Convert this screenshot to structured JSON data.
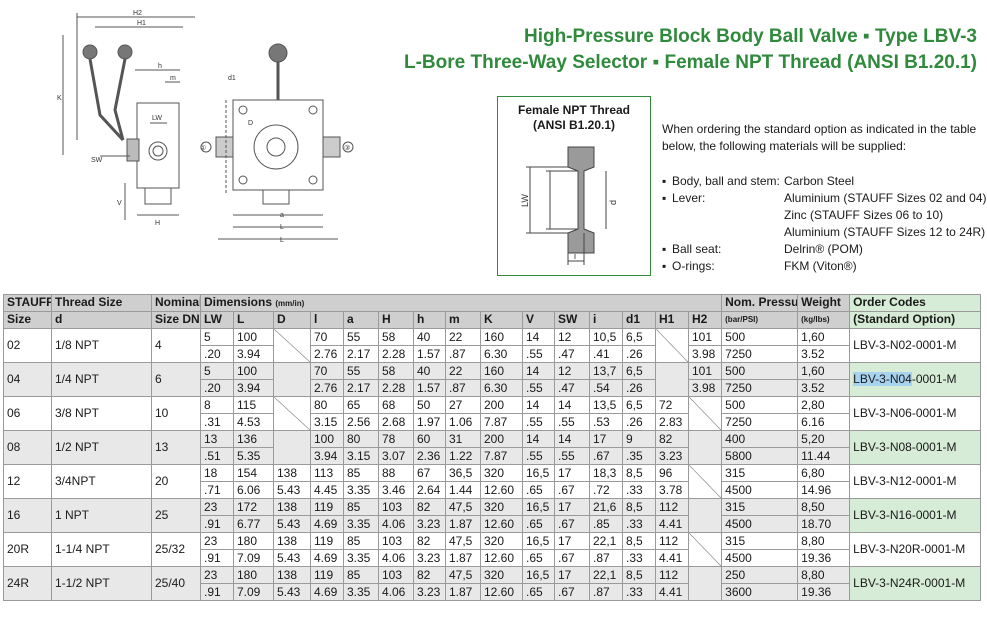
{
  "header": {
    "title_line1": "High-Pressure Block Body Ball Valve ▪ Type LBV-3",
    "title_line2": "L-Bore Three-Way Selector ▪ Female NPT Thread (ANSI B1.20.1)"
  },
  "detail": {
    "title_line1": "Female NPT Thread",
    "title_line2": "(ANSI B1.20.1)",
    "label_lw": "LW",
    "label_d": "d",
    "label_i": "i"
  },
  "drawing_labels": {
    "h2": "H2",
    "h1": "H1",
    "k": "K",
    "h": "h",
    "m": "m",
    "lw": "LW",
    "sw": "SW",
    "v": "V",
    "hh": "H",
    "d1": "d1",
    "d": "D",
    "a": "a",
    "l": "L",
    "port1": "①",
    "port2": "②",
    "port3": "③"
  },
  "order_info": "When ordering the standard option as indicated in the table below, the following materials will be supplied:",
  "materials": [
    {
      "key": "Body, ball and stem:",
      "values": [
        "Carbon Steel"
      ]
    },
    {
      "key": "Lever:",
      "values": [
        "Aluminium (STAUFF Sizes 02 and 04)",
        "Zinc (STAUFF Sizes 06 to 10)",
        "Aluminium (STAUFF Sizes 12 to 24R)"
      ]
    },
    {
      "key": "Ball seat:",
      "values": [
        "Delrin® (POM)"
      ]
    },
    {
      "key": "O-rings:",
      "values": [
        "FKM (Viton®)"
      ]
    }
  ],
  "table": {
    "headers": {
      "stauff_size": [
        "STAUFF",
        "Size"
      ],
      "thread_size": [
        "Thread Size",
        "d"
      ],
      "nominal": [
        "Nominal",
        "Size DN"
      ],
      "dimensions": "Dimensions",
      "dim_unit": "(mm/in)",
      "dim_cols": [
        "LW",
        "L",
        "D",
        "l",
        "a",
        "H",
        "h",
        "m",
        "K",
        "V",
        "SW",
        "i",
        "d1",
        "H1",
        "H2"
      ],
      "pressure": [
        "Nom. Pressure",
        "(bar/PSI)"
      ],
      "weight": [
        "Weight",
        "(kg/lbs)"
      ],
      "order": [
        "Order Codes",
        "(Standard Option)"
      ]
    },
    "rows": [
      {
        "size": "02",
        "thread": "1/8 NPT",
        "dn": "4",
        "mm": [
          "5",
          "100",
          "",
          "70",
          "55",
          "58",
          "40",
          "22",
          "160",
          "14",
          "12",
          "10,5",
          "6,5",
          "",
          "101"
        ],
        "in": [
          ".20",
          "3.94",
          "",
          "2.76",
          "2.17",
          "2.28",
          "1.57",
          ".87",
          "6.30",
          ".55",
          ".47",
          ".41",
          ".26",
          "",
          "3.98"
        ],
        "cross": [
          2,
          13
        ],
        "p": [
          "500",
          "7250"
        ],
        "w": [
          "1,60",
          "3.52"
        ],
        "code": "LBV-3-N02-0001-M"
      },
      {
        "size": "04",
        "thread": "1/4 NPT",
        "dn": "6",
        "mm": [
          "5",
          "100",
          "",
          "70",
          "55",
          "58",
          "40",
          "22",
          "160",
          "14",
          "12",
          "13,7",
          "6,5",
          "",
          "101"
        ],
        "in": [
          ".20",
          "3.94",
          "",
          "2.76",
          "2.17",
          "2.28",
          "1.57",
          ".87",
          "6.30",
          ".55",
          ".47",
          ".54",
          ".26",
          "",
          "3.98"
        ],
        "cross": [
          2,
          13
        ],
        "p": [
          "500",
          "7250"
        ],
        "w": [
          "1,60",
          "3.52"
        ],
        "code_hl": "LBV-3-N04",
        "code_rest": "-0001-M"
      },
      {
        "size": "06",
        "thread": "3/8 NPT",
        "dn": "10",
        "mm": [
          "8",
          "115",
          "",
          "80",
          "65",
          "68",
          "50",
          "27",
          "200",
          "14",
          "14",
          "13,5",
          "6,5",
          "72",
          ""
        ],
        "in": [
          ".31",
          "4.53",
          "",
          "3.15",
          "2.56",
          "2.68",
          "1.97",
          "1.06",
          "7.87",
          ".55",
          ".55",
          ".53",
          ".26",
          "2.83",
          ""
        ],
        "cross": [
          2,
          14
        ],
        "p": [
          "500",
          "7250"
        ],
        "w": [
          "2,80",
          "6.16"
        ],
        "code": "LBV-3-N06-0001-M"
      },
      {
        "size": "08",
        "thread": "1/2 NPT",
        "dn": "13",
        "mm": [
          "13",
          "136",
          "",
          "100",
          "80",
          "78",
          "60",
          "31",
          "200",
          "14",
          "14",
          "17",
          "9",
          "82",
          ""
        ],
        "in": [
          ".51",
          "5.35",
          "",
          "3.94",
          "3.15",
          "3.07",
          "2.36",
          "1.22",
          "7.87",
          ".55",
          ".55",
          ".67",
          ".35",
          "3.23",
          ""
        ],
        "cross": [
          2,
          14
        ],
        "p": [
          "400",
          "5800"
        ],
        "w": [
          "5,20",
          "11.44"
        ],
        "code": "LBV-3-N08-0001-M"
      },
      {
        "size": "12",
        "thread": "3/4NPT",
        "dn": "20",
        "mm": [
          "18",
          "154",
          "138",
          "113",
          "85",
          "88",
          "67",
          "36,5",
          "320",
          "16,5",
          "17",
          "18,3",
          "8,5",
          "96",
          ""
        ],
        "in": [
          ".71",
          "6.06",
          "5.43",
          "4.45",
          "3.35",
          "3.46",
          "2.64",
          "1.44",
          "12.60",
          ".65",
          ".67",
          ".72",
          ".33",
          "3.78",
          ""
        ],
        "cross": [
          14
        ],
        "p": [
          "315",
          "4500"
        ],
        "w": [
          "6,80",
          "14.96"
        ],
        "code": "LBV-3-N12-0001-M"
      },
      {
        "size": "16",
        "thread": "1 NPT",
        "dn": "25",
        "mm": [
          "23",
          "172",
          "138",
          "119",
          "85",
          "103",
          "82",
          "47,5",
          "320",
          "16,5",
          "17",
          "21,6",
          "8,5",
          "112",
          ""
        ],
        "in": [
          ".91",
          "6.77",
          "5.43",
          "4.69",
          "3.35",
          "4.06",
          "3.23",
          "1.87",
          "12.60",
          ".65",
          ".67",
          ".85",
          ".33",
          "4.41",
          ""
        ],
        "cross": [
          14
        ],
        "p": [
          "315",
          "4500"
        ],
        "w": [
          "8,50",
          "18.70"
        ],
        "code": "LBV-3-N16-0001-M"
      },
      {
        "size": "20R",
        "thread": "1-1/4 NPT",
        "dn": "25/32",
        "mm": [
          "23",
          "180",
          "138",
          "119",
          "85",
          "103",
          "82",
          "47,5",
          "320",
          "16,5",
          "17",
          "22,1",
          "8,5",
          "112",
          ""
        ],
        "in": [
          ".91",
          "7.09",
          "5.43",
          "4.69",
          "3.35",
          "4.06",
          "3.23",
          "1.87",
          "12.60",
          ".65",
          ".67",
          ".87",
          ".33",
          "4.41",
          ""
        ],
        "cross": [
          14
        ],
        "p": [
          "315",
          "4500"
        ],
        "w": [
          "8,80",
          "19.36"
        ],
        "code": "LBV-3-N20R-0001-M"
      },
      {
        "size": "24R",
        "thread": "1-1/2 NPT",
        "dn": "25/40",
        "mm": [
          "23",
          "180",
          "138",
          "119",
          "85",
          "103",
          "82",
          "47,5",
          "320",
          "16,5",
          "17",
          "22,1",
          "8,5",
          "112",
          ""
        ],
        "in": [
          ".91",
          "7.09",
          "5.43",
          "4.69",
          "3.35",
          "4.06",
          "3.23",
          "1.87",
          "12.60",
          ".65",
          ".67",
          ".87",
          ".33",
          "4.41",
          ""
        ],
        "cross": [
          14
        ],
        "p": [
          "250",
          "3600"
        ],
        "w": [
          "8,80",
          "19.36"
        ],
        "code": "LBV-3-N24R-0001-M"
      }
    ]
  },
  "colors": {
    "title": "#2f8a3c",
    "header_bg": "#cfcfcf",
    "order_bg": "#d6ecd6",
    "row_alt": "#e8e8e8",
    "highlight": "#a7d3ef"
  }
}
